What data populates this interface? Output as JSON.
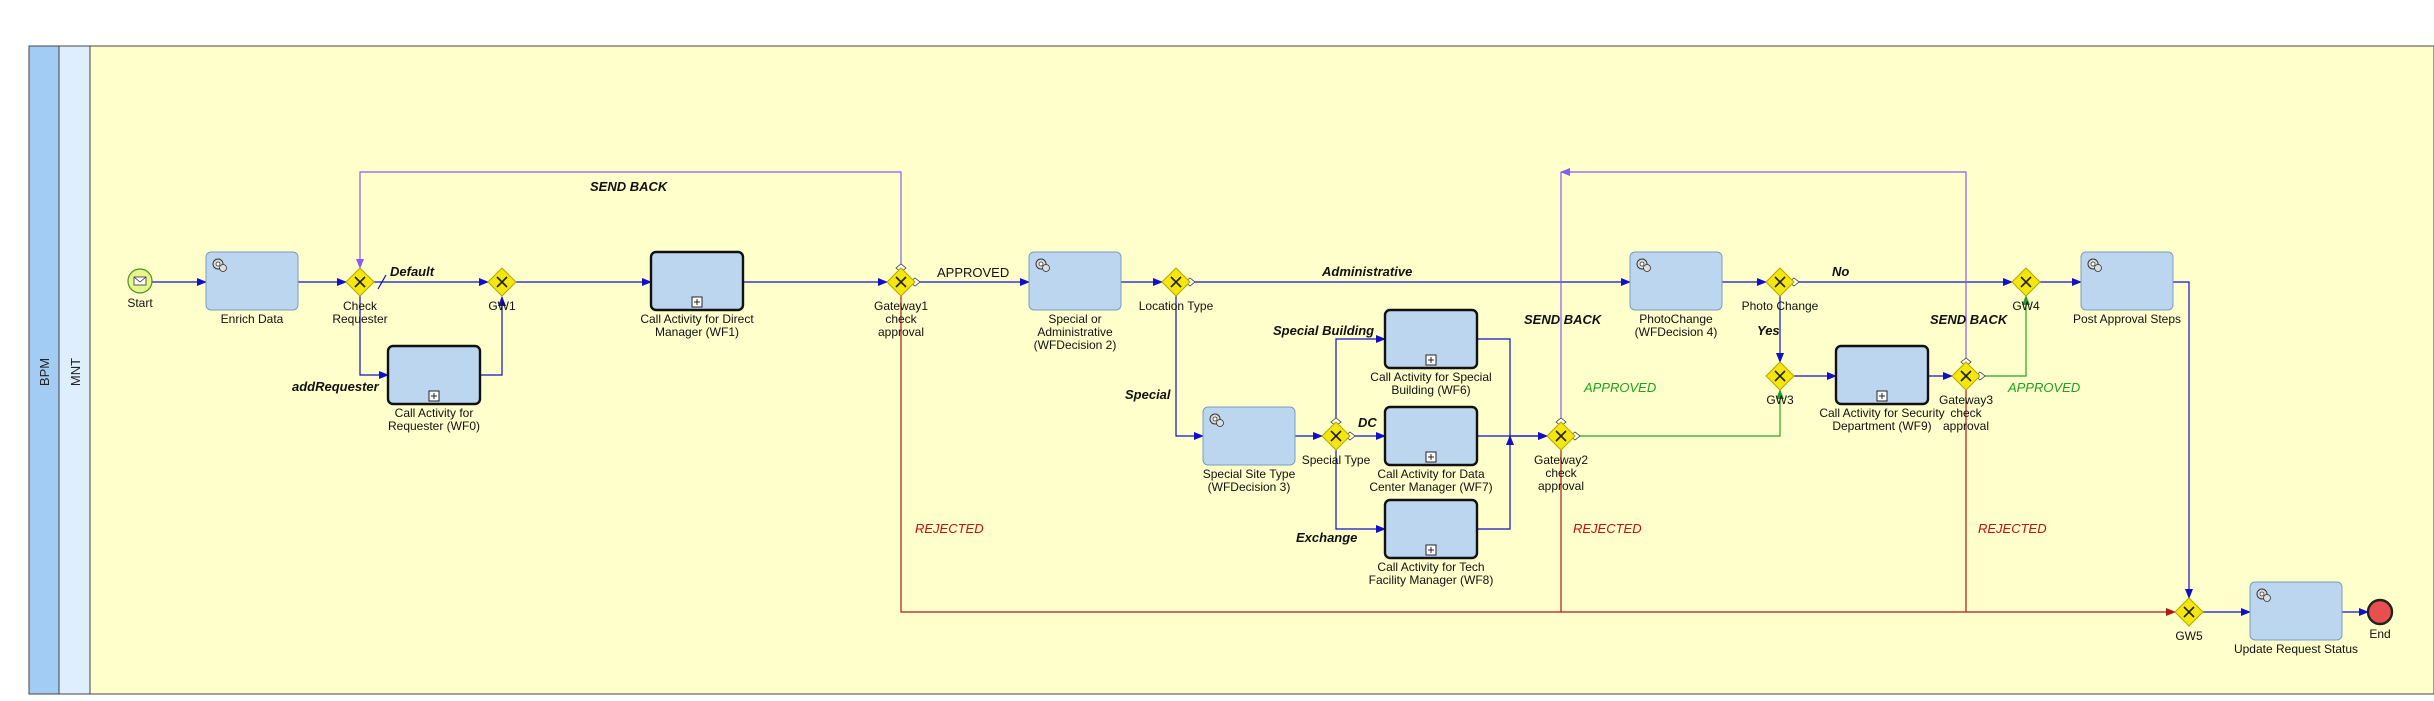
{
  "pool": {
    "label": "BPM",
    "lane_label": "MNT"
  },
  "colors": {
    "lane_bg": "#ffffcc",
    "pool_header": "#a3ccf5",
    "lane_header": "#deeefc",
    "task_fill": "#bcd6f0",
    "gateway_fill": "#f5e60f",
    "flow_blue": "#1010c8",
    "flow_purple": "#8a5cf6",
    "flow_red": "#b01818",
    "flow_green": "#28a028",
    "label_red": "#c01010",
    "label_green": "#20a020",
    "start_fill": "#e6f58c",
    "end_fill": "#e85050"
  },
  "events": [
    {
      "id": "start",
      "label": "Start",
      "type": "start"
    },
    {
      "id": "end",
      "label": "End",
      "type": "end"
    }
  ],
  "tasks": [
    {
      "id": "enrich",
      "lines": [
        "Enrich Data"
      ],
      "kind": "service"
    },
    {
      "id": "wf0",
      "lines": [
        "Call Activity for",
        "Requester (WF0)"
      ],
      "kind": "call"
    },
    {
      "id": "wf1",
      "lines": [
        "Call Activity for Direct",
        "Manager (WF1)"
      ],
      "kind": "call"
    },
    {
      "id": "wfd2",
      "lines": [
        "Special or",
        "Administrative",
        "(WFDecision 2)"
      ],
      "kind": "service"
    },
    {
      "id": "wfd3",
      "lines": [
        "Special Site Type",
        "(WFDecision 3)"
      ],
      "kind": "service"
    },
    {
      "id": "wf6",
      "lines": [
        "Call Activity for Special",
        "Building (WF6)"
      ],
      "kind": "call"
    },
    {
      "id": "wf7",
      "lines": [
        "Call Activity for Data",
        "Center Manager (WF7)"
      ],
      "kind": "call"
    },
    {
      "id": "wf8",
      "lines": [
        "Call Activity for Tech",
        "Facility Manager (WF8)"
      ],
      "kind": "call"
    },
    {
      "id": "wfd4",
      "lines": [
        "PhotoChange",
        "(WFDecision 4)"
      ],
      "kind": "service"
    },
    {
      "id": "wf9",
      "lines": [
        "Call Activity for Security",
        "Department (WF9)"
      ],
      "kind": "call"
    },
    {
      "id": "post",
      "lines": [
        "Post Approval Steps"
      ],
      "kind": "service"
    },
    {
      "id": "update",
      "lines": [
        "Update Request Status"
      ],
      "kind": "service"
    }
  ],
  "gateways": [
    {
      "id": "check_req",
      "lines": [
        "Check",
        "Requester"
      ]
    },
    {
      "id": "gw1",
      "lines": [
        "GW1"
      ]
    },
    {
      "id": "gw1check",
      "lines": [
        "Gateway1",
        "check",
        "approval"
      ]
    },
    {
      "id": "loctype",
      "lines": [
        "Location Type"
      ]
    },
    {
      "id": "spectype",
      "lines": [
        "Special Type"
      ]
    },
    {
      "id": "gw2check",
      "lines": [
        "Gateway2",
        "check",
        "approval"
      ]
    },
    {
      "id": "photochange",
      "lines": [
        "Photo Change"
      ]
    },
    {
      "id": "gw3",
      "lines": [
        "GW3"
      ]
    },
    {
      "id": "gw3check",
      "lines": [
        "Gateway3",
        "check",
        "approval"
      ]
    },
    {
      "id": "gw4",
      "lines": [
        "GW4"
      ]
    },
    {
      "id": "gw5",
      "lines": [
        "GW5"
      ]
    }
  ],
  "flow_labels": [
    {
      "id": "send_back_1",
      "text": "SEND BACK",
      "style": "bold"
    },
    {
      "id": "default",
      "text": "Default",
      "style": "bold"
    },
    {
      "id": "add_requester",
      "text": "addRequester",
      "style": "bold"
    },
    {
      "id": "approved_1",
      "text": "APPROVED",
      "style": "plain"
    },
    {
      "id": "administrative",
      "text": "Administrative",
      "style": "bold"
    },
    {
      "id": "special",
      "text": "Special",
      "style": "bold"
    },
    {
      "id": "special_building",
      "text": "Special Building",
      "style": "bold"
    },
    {
      "id": "dc",
      "text": "DC",
      "style": "bold"
    },
    {
      "id": "exchange",
      "text": "Exchange",
      "style": "bold"
    },
    {
      "id": "send_back_2",
      "text": "SEND BACK",
      "style": "bold"
    },
    {
      "id": "approved_2",
      "text": "APPROVED",
      "style": "green"
    },
    {
      "id": "no",
      "text": "No",
      "style": "bold"
    },
    {
      "id": "yes",
      "text": "Yes",
      "style": "bold"
    },
    {
      "id": "send_back_3",
      "text": "SEND BACK",
      "style": "bold"
    },
    {
      "id": "approved_3",
      "text": "APPROVED",
      "style": "green"
    },
    {
      "id": "rejected_1",
      "text": "REJECTED",
      "style": "red"
    },
    {
      "id": "rejected_2",
      "text": "REJECTED",
      "style": "red"
    },
    {
      "id": "rejected_3",
      "text": "REJECTED",
      "style": "red"
    }
  ]
}
